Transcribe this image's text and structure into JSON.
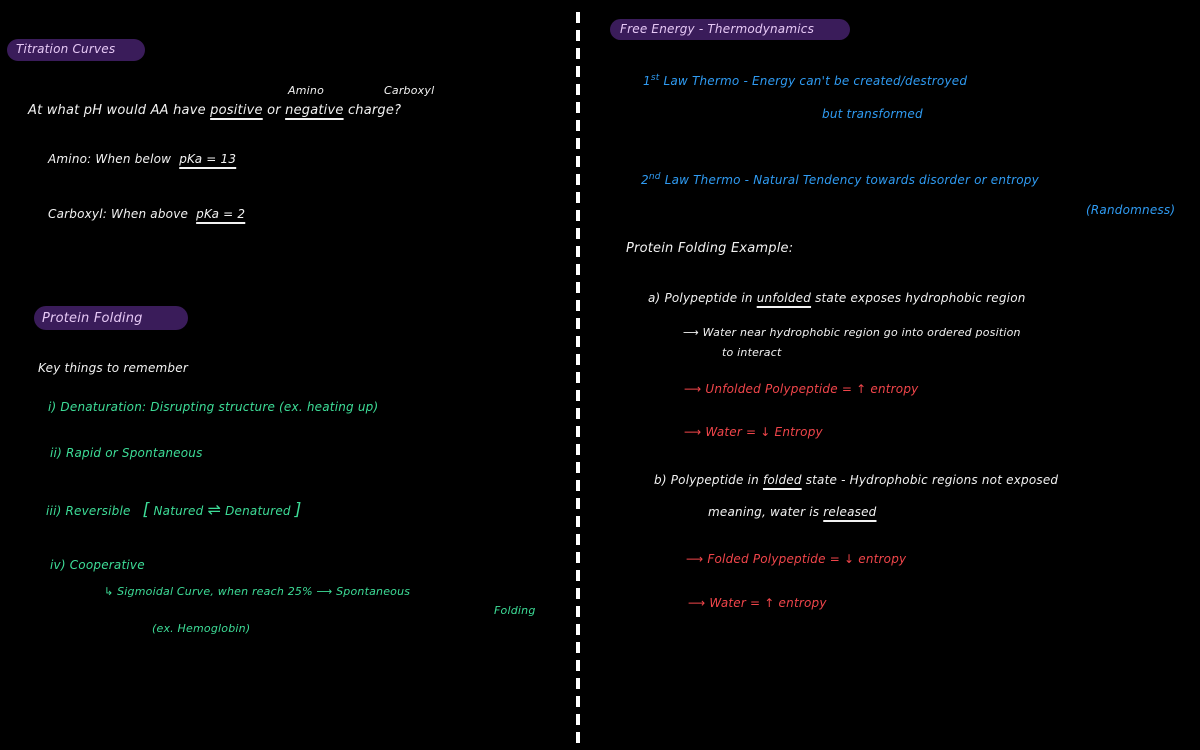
{
  "colors": {
    "background": "#000000",
    "highlight": "#3a1c5a",
    "white_ink": "#f2f2f2",
    "green_ink": "#3ddc97",
    "blue_ink": "#2f9bf2",
    "red_ink": "#f0454a",
    "divider": "#ffffff"
  },
  "left": {
    "titration": {
      "heading": "Titration Curves",
      "question": {
        "prefix": "At what pH would AA have",
        "positive": "positive",
        "or": "or",
        "negative": "negative",
        "suffix": "charge?",
        "label_amino": "Amino",
        "label_carboxyl": "Carboxyl"
      },
      "amino_line": "Amino: When below",
      "amino_pka": "pKa = 13",
      "carboxyl_line": "Carboxyl: When above",
      "carboxyl_pka": "pKa = 2"
    },
    "folding": {
      "heading": "Protein Folding",
      "intro": "Key things to remember",
      "items": [
        "i) Denaturation: Disrupting structure (ex. heating up)",
        "ii) Rapid or Spontaneous",
        "iii) Reversible",
        "iv) Cooperative"
      ],
      "reversible_bracket": {
        "left": "Natured",
        "arrow": "⇌",
        "right": "Denatured"
      },
      "cooperative_detail": "↳ Sigmoidal Curve, when reach 25% ⟶ Spontaneous",
      "cooperative_detail_cont": "Folding",
      "cooperative_example": "(ex. Hemoglobin)"
    }
  },
  "right": {
    "heading": "Free Energy - Thermodynamics",
    "law1": {
      "ordinal": "1",
      "ordinal_sup": "st",
      "text": "Law Thermo - Energy can't be created/destroyed",
      "cont": "but transformed"
    },
    "law2": {
      "ordinal": "2",
      "ordinal_sup": "nd",
      "text": "Law Thermo - Natural Tendency towards disorder or entropy",
      "cont": "(Randomness)"
    },
    "example_heading": "Protein Folding Example:",
    "part_a": {
      "line1_prefix": "a) Polypeptide in",
      "line1_underlined": "unfolded",
      "line1_suffix": "state exposes hydrophobic region",
      "line2": "⟶ Water near hydrophobic region go into ordered position",
      "line3": "to interact",
      "red1": "⟶ Unfolded Polypeptide = ↑ entropy",
      "red2": "⟶ Water = ↓ Entropy"
    },
    "part_b": {
      "line1_prefix": "b) Polypeptide in",
      "line1_underlined": "folded",
      "line1_suffix": "state - Hydrophobic regions not exposed",
      "line2_prefix": "meaning, water is",
      "line2_underlined": "released",
      "red1": "⟶ Folded Polypeptide = ↓ entropy",
      "red2": "⟶ Water = ↑ entropy"
    }
  }
}
